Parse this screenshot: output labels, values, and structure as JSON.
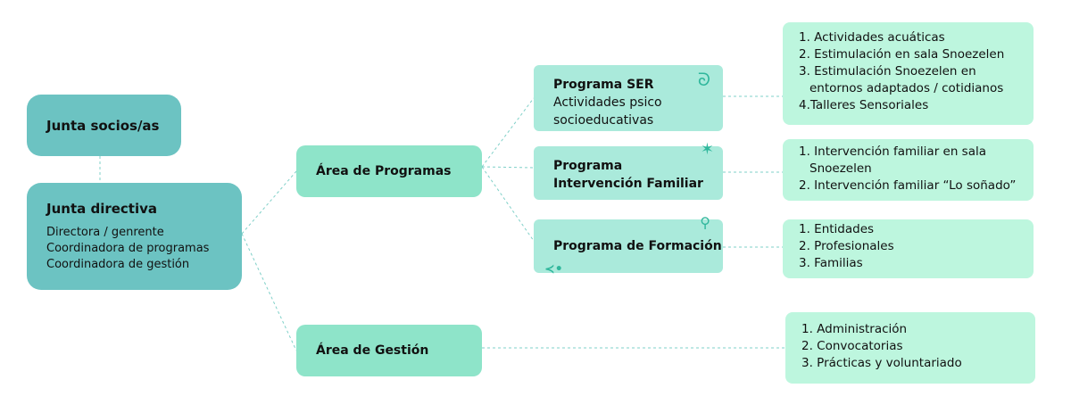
{
  "junta_socios": "Junta socios/as",
  "junta_directiva": {
    "title": "Junta directiva",
    "roles": [
      "Directora / genrente",
      "Coordinadora de programas",
      "Coordinadora de gestión"
    ]
  },
  "areas": {
    "programas": "Área de Programas",
    "gestion": "Área de Gestión"
  },
  "programs": {
    "ser": {
      "title": "Programa SER",
      "subtitle": [
        "Actividades psico",
        "socioeducativas"
      ]
    },
    "familiar": {
      "title": [
        "Programa",
        "Intervención Familiar"
      ]
    },
    "formacion": {
      "title": "Programa de Formación"
    }
  },
  "lists": {
    "ser": [
      "1. Actividades acuáticas",
      "2. Estimulación en sala Snoezelen",
      "3. Estimulación Snoezelen en entornos adaptados / cotidianos",
      "4.Talleres Sensoriales"
    ],
    "familiar": [
      "1. Intervención familiar en sala Snoezelen",
      "2. Intervención familiar “Lo soñado”"
    ],
    "formacion": [
      "1. Entidades",
      "2. Profesionales",
      "3. Familias"
    ],
    "gestion": [
      "1. Administración",
      "2. Convocatorias",
      "3. Prácticas y voluntariado"
    ]
  }
}
